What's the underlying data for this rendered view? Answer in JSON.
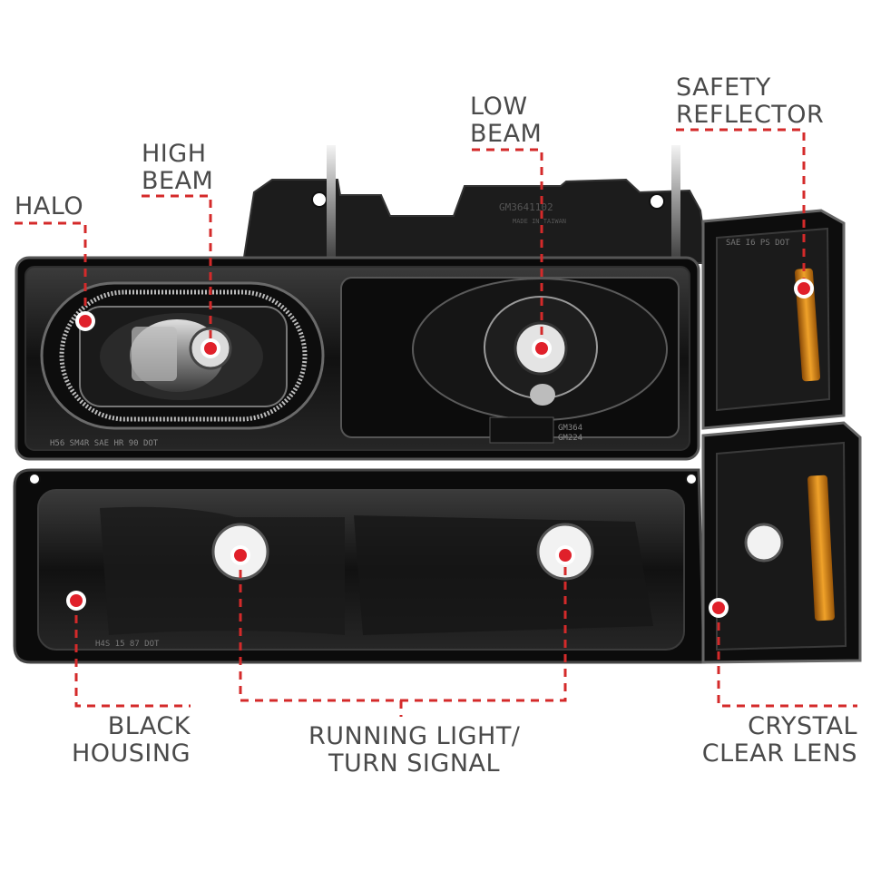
{
  "callouts": {
    "halo": {
      "lines": [
        "HALO"
      ]
    },
    "high_beam": {
      "lines": [
        "HIGH",
        "BEAM"
      ]
    },
    "low_beam": {
      "lines": [
        "LOW",
        "BEAM"
      ]
    },
    "safety_reflector": {
      "lines": [
        "SAFETY",
        "REFLECTOR"
      ]
    },
    "black_housing": {
      "lines": [
        "BLACK",
        "HOUSING"
      ]
    },
    "running_light": {
      "lines": [
        "RUNNING LIGHT/",
        "TURN SIGNAL"
      ]
    },
    "crystal_clear_lens": {
      "lines": [
        "CRYSTAL",
        "CLEAR LENS"
      ]
    }
  },
  "lens_markings": {
    "headlamp_bottom": "H56   SM4R   SAE HR 90 DOT",
    "low_beam_badge": "GM364",
    "low_beam_badge_2": "GM224",
    "housing_top": "GM3641102",
    "housing_sub": "MADE IN TAIWAN",
    "bumper_bottom": "H4S 15 87 DOT",
    "corner_top": "SAE I6 PS DOT"
  },
  "colors": {
    "callout_line": "#d42a2a",
    "callout_dot": "#e0202a",
    "label_text": "#4a4a4a",
    "amber_reflector": "#e08a14"
  }
}
